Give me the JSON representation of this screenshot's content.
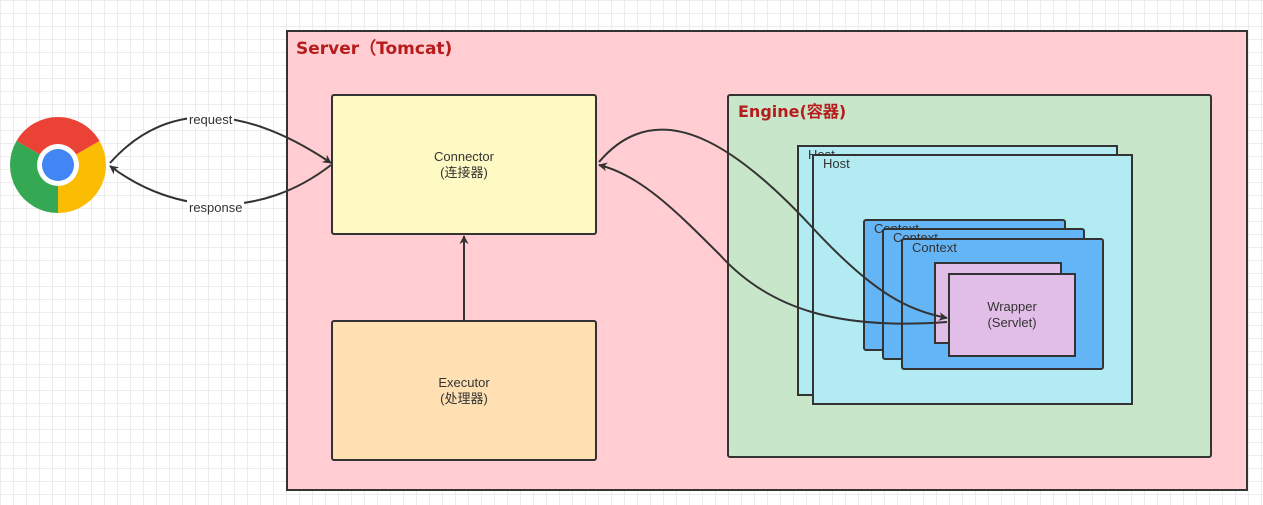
{
  "server": {
    "title": "Server（Tomcat)"
  },
  "connector": {
    "name": "Connector",
    "sub": "(连接器)"
  },
  "executor": {
    "name": "Executor",
    "sub": "(处理器)"
  },
  "engine": {
    "title": "Engine(容器)"
  },
  "host": {
    "label": "Host",
    "label_back": "Host"
  },
  "context": {
    "label": "Context",
    "label_back1": "Context",
    "label_back2": "Context"
  },
  "wrapper": {
    "name": "Wrapper",
    "sub": "(Servlet)"
  },
  "edges": {
    "request": "request",
    "response": "response"
  },
  "colors": {
    "server_bg": "#ffcdd2",
    "title_red": "#b71c1c",
    "connector_bg": "#fff9c4",
    "executor_bg": "#ffe0b2",
    "engine_bg": "#c8e6c9",
    "host_bg": "#b2ebf2",
    "context_bg": "#64b5f6",
    "wrapper_bg": "#e1bee7"
  },
  "icons": {
    "browser": "chrome-icon"
  }
}
